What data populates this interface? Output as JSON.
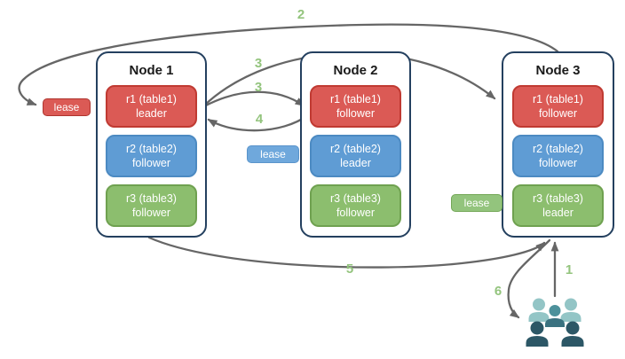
{
  "nodes": [
    {
      "title": "Node 1",
      "replicas": [
        {
          "name": "r1 (table1)",
          "role": "leader",
          "color": "#DB5A55"
        },
        {
          "name": "r2 (table2)",
          "role": "follower",
          "color": "#5F9CD4"
        },
        {
          "name": "r3 (table3)",
          "role": "follower",
          "color": "#8CBE6E"
        }
      ]
    },
    {
      "title": "Node 2",
      "replicas": [
        {
          "name": "r1 (table1)",
          "role": "follower",
          "color": "#DB5A55"
        },
        {
          "name": "r2 (table2)",
          "role": "leader",
          "color": "#5F9CD4"
        },
        {
          "name": "r3 (table3)",
          "role": "follower",
          "color": "#8CBE6E"
        }
      ]
    },
    {
      "title": "Node 3",
      "replicas": [
        {
          "name": "r1 (table1)",
          "role": "follower",
          "color": "#DB5A55"
        },
        {
          "name": "r2 (table2)",
          "role": "follower",
          "color": "#5F9CD4"
        },
        {
          "name": "r3 (table3)",
          "role": "leader",
          "color": "#8CBE6E"
        }
      ]
    }
  ],
  "leases": [
    {
      "label": "lease",
      "color": "#DB5A55"
    },
    {
      "label": "lease",
      "color": "#6FA8DC"
    },
    {
      "label": "lease",
      "color": "#93C47D"
    }
  ],
  "steps": [
    {
      "label": "1"
    },
    {
      "label": "2"
    },
    {
      "label": "3"
    },
    {
      "label": "3"
    },
    {
      "label": "4"
    },
    {
      "label": "5"
    },
    {
      "label": "6"
    }
  ],
  "colors": {
    "arrow": "#666666",
    "step_label": "#93C47D",
    "node_border": "#24405F",
    "red_fill": "#DB5A55",
    "red_border": "#C03A32",
    "blue_fill": "#5F9CD4",
    "blue_border": "#4C8AC2",
    "green_fill": "#8CBE6E",
    "green_border": "#6FA150",
    "users_light": "#93C5C6",
    "users_mid": "#4D919B",
    "users_mid_dark": "#3A7280",
    "users_dark": "#2C5766"
  }
}
